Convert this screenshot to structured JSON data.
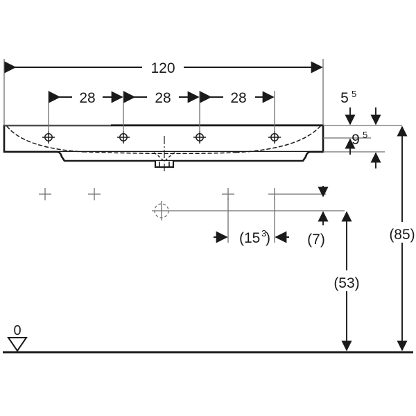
{
  "drawing": {
    "title": "Washbasin technical dimension drawing",
    "units_note": "",
    "datum_label": "0"
  },
  "dimensions": {
    "overall_width": {
      "value": "120",
      "name": "overall-width"
    },
    "tap_spacings": [
      {
        "value": "28"
      },
      {
        "value": "28"
      },
      {
        "value": "28"
      }
    ],
    "top_thickness": {
      "value": "5",
      "superscript": "5"
    },
    "basin_depth": {
      "value": "9",
      "superscript": "5"
    },
    "horizontal_offset": {
      "value": "(15",
      "superscript": "3",
      "suffix": ")"
    },
    "small_offset": {
      "value": "(7)"
    },
    "mid_height": {
      "value": "(53)"
    },
    "total_height": {
      "value": "(85)"
    }
  },
  "colors": {
    "line": "#1a1a1a",
    "thin_line": "#6e6e6e",
    "background": "#ffffff"
  }
}
